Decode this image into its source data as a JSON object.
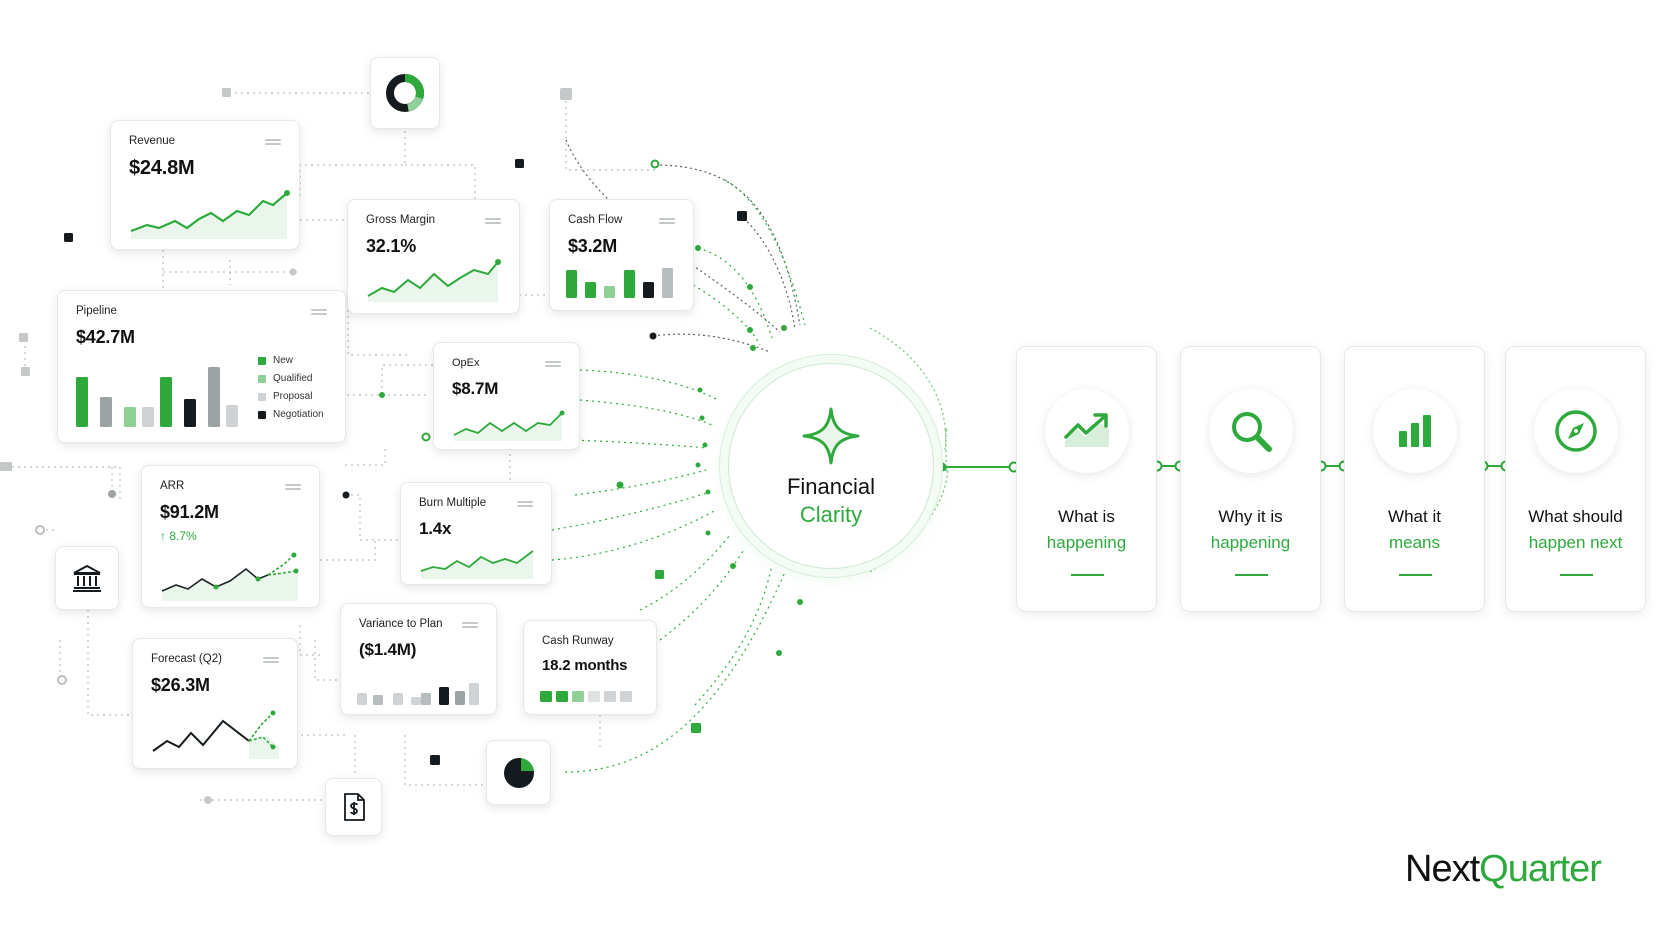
{
  "colors": {
    "green": "#2eaa3c",
    "light_green": "#8fd096",
    "gray": "#9ea3a6",
    "light_gray": "#cfd3d5",
    "dark": "#141a1e"
  },
  "cards": {
    "revenue": {
      "title": "Revenue",
      "value": "$24.8M"
    },
    "gross_margin": {
      "title": "Gross Margin",
      "value": "32.1%"
    },
    "cash_flow": {
      "title": "Cash Flow",
      "value": "$3.2M"
    },
    "pipeline": {
      "title": "Pipeline",
      "value": "$42.7M",
      "legend": [
        "New",
        "Qualified",
        "Proposal",
        "Negotiation"
      ]
    },
    "opex": {
      "title": "OpEx",
      "value": "$8.7M"
    },
    "arr": {
      "title": "ARR",
      "value": "$91.2M",
      "delta": "↑ 8.7%"
    },
    "burn_multiple": {
      "title": "Burn Multiple",
      "value": "1.4x"
    },
    "forecast": {
      "title": "Forecast (Q2)",
      "value": "$26.3M"
    },
    "variance": {
      "title": "Variance to Plan",
      "value": "($1.4M)"
    },
    "cash_runway": {
      "title": "Cash Runway",
      "value": "18.2 months"
    }
  },
  "icons": {
    "top": "donut-chart-icon",
    "bank": "bank-icon",
    "document": "dollar-document-icon",
    "pie": "pie-chart-icon"
  },
  "hub": {
    "line1": "Financial",
    "line2": "Clarity",
    "icon": "sparkle-icon"
  },
  "steps": [
    {
      "line1": "What is",
      "line2": "happening",
      "icon": "trend-up-chart-icon"
    },
    {
      "line1": "Why it is",
      "line2": "happening",
      "icon": "magnifier-icon"
    },
    {
      "line1": "What it",
      "line2": "means",
      "icon": "bar-chart-icon"
    },
    {
      "line1": "What should",
      "line2": "happen next",
      "icon": "compass-icon"
    }
  ],
  "brand": {
    "part1": "Next",
    "part2": "Quarter"
  }
}
